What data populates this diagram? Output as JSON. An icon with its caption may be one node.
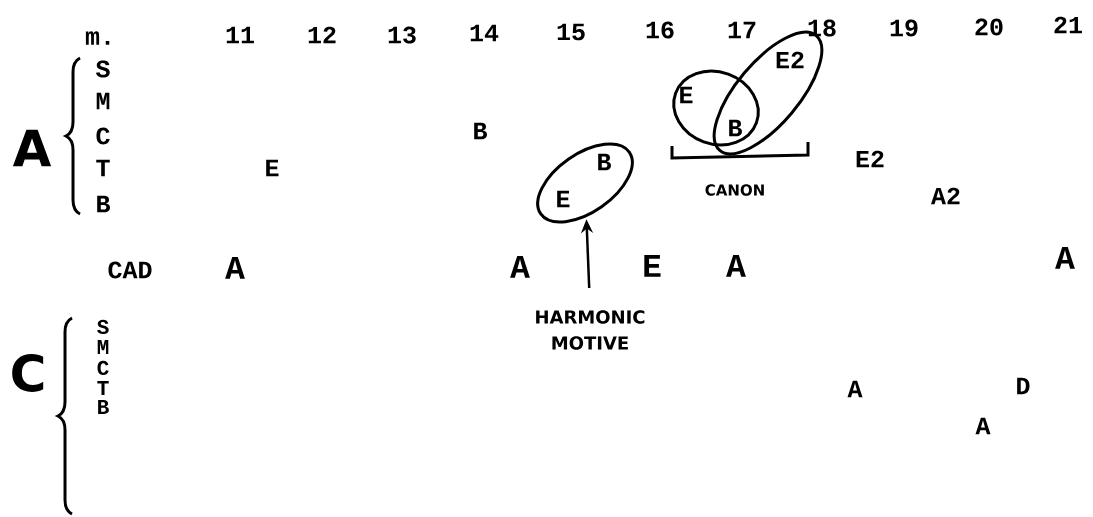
{
  "diagram": {
    "nodes": [
      {
        "text": [
          "B",
          "E"
        ]
      },
      {
        "text": [
          "E",
          "B"
        ]
      },
      {
        "text": [
          "E2"
        ]
      },
      {
        "text": [
          "HARMONIC MOTIVE"
        ]
      }
    ],
    "edges": [
      {
        "from": 3,
        "to": 0,
        "arrow": "to"
      }
    ],
    "labels": [
      "m.",
      "11",
      "12",
      "13",
      "14",
      "15",
      "16",
      "17",
      "18",
      "19",
      "20",
      "21",
      "S",
      "M",
      "C",
      "B",
      "A",
      "T",
      "E",
      "E2",
      "B",
      "CANON",
      "A2",
      "CAD",
      "A",
      "A",
      "E",
      "A",
      "A",
      "S",
      "M",
      "A",
      "D",
      "C",
      "C",
      "A",
      "T",
      "B"
    ]
  }
}
